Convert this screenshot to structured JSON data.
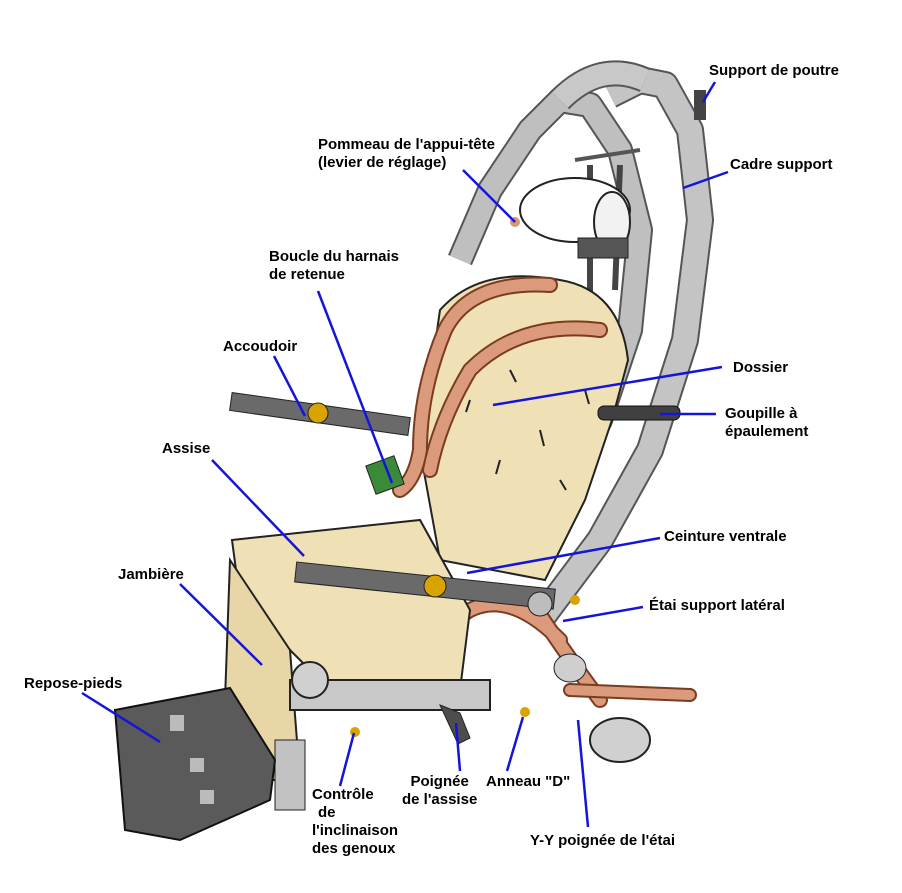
{
  "labels": {
    "support_poutre": "Support de poutre",
    "pommeau_1": "Pommeau de l'appui-tête",
    "pommeau_2": "(levier de réglage)",
    "cadre_support": "Cadre support",
    "boucle_1": "Boucle du harnais",
    "boucle_2": "de retenue",
    "accoudoir": "Accoudoir",
    "dossier": "Dossier",
    "goupille_1": "Goupille à",
    "goupille_2": "épaulement",
    "assise": "Assise",
    "ceinture": "Ceinture ventrale",
    "jambiere": "Jambière",
    "etai": "Étai support latéral",
    "repose_pieds": "Repose-pieds",
    "controle_1": "Contrôle",
    "controle_2": "de",
    "controle_3": "l'inclinaison",
    "controle_4": "des genoux",
    "poignee_1": "Poignée",
    "poignee_2": "de l'assise",
    "anneau": "Anneau \"D\"",
    "yy": "Y-Y poignée de l'étai"
  },
  "colors": {
    "leader": "#1515d8",
    "frame": "#b9b9b9",
    "frame_dark": "#7a7a7a",
    "cushion": "#efe0b6",
    "harness": "#d9967a",
    "footrest": "#555555",
    "metal": "#6a6a6a",
    "brass": "#d9a400"
  }
}
